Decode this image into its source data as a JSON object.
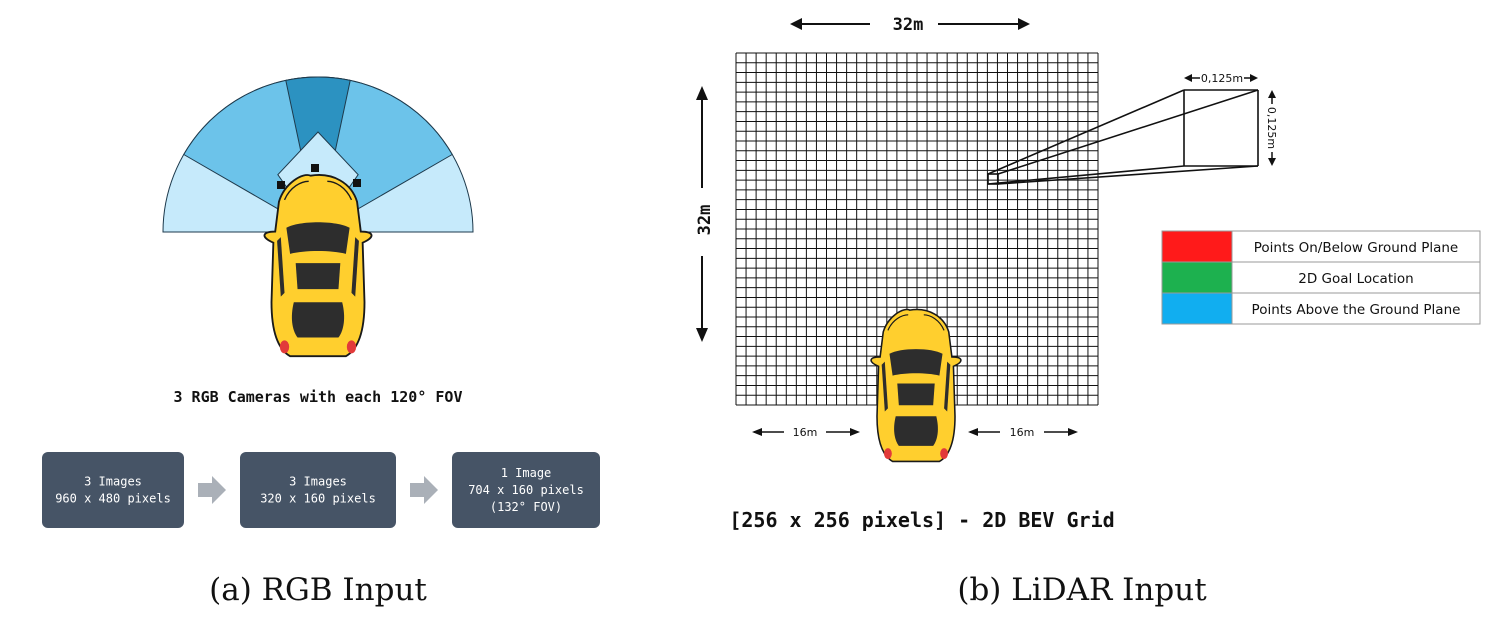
{
  "colors": {
    "fov_light": "#c6eafb",
    "fov_mid": "#6cc3ea",
    "fov_dark": "#2c92c1",
    "fov_stroke": "#1e3a4c",
    "box_fill": "#465466",
    "box_text": "#ffffff",
    "arrow_fill": "#aab0b8",
    "car_body": "#ffcf2e",
    "car_outline": "#1a1a1a",
    "car_glass": "#2d2d2d",
    "car_light": "#e23a3a",
    "legend_red": "#ff1a1a",
    "legend_green": "#1db14f",
    "legend_blue": "#11aef0",
    "grid_line": "#111111"
  },
  "rgb_panel": {
    "camera_caption": "3 RGB Cameras with each 120° FOV",
    "pipeline": [
      {
        "line1": "3 Images",
        "line2": "960 x 480 pixels",
        "line3": ""
      },
      {
        "line1": "3 Images",
        "line2": "320 x 160 pixels",
        "line3": ""
      },
      {
        "line1": "1 Image",
        "line2": "704 x 160 pixels",
        "line3": "(132° FOV)"
      }
    ],
    "subcaption": "(a) RGB Input"
  },
  "lidar_panel": {
    "width_label": "32m",
    "height_label": "32m",
    "cell_w_label": "0,125m",
    "cell_h_label": "0,125m",
    "left_label": "16m",
    "right_label": "16m",
    "grid_caption": "[256 x 256 pixels] - 2D BEV Grid",
    "legend": [
      {
        "label": "Points On/Below Ground Plane",
        "color": "#ff1a1a"
      },
      {
        "label": "2D Goal Location",
        "color": "#1db14f"
      },
      {
        "label": "Points Above the Ground Plane",
        "color": "#11aef0"
      }
    ],
    "subcaption": "(b) LiDAR Input"
  }
}
